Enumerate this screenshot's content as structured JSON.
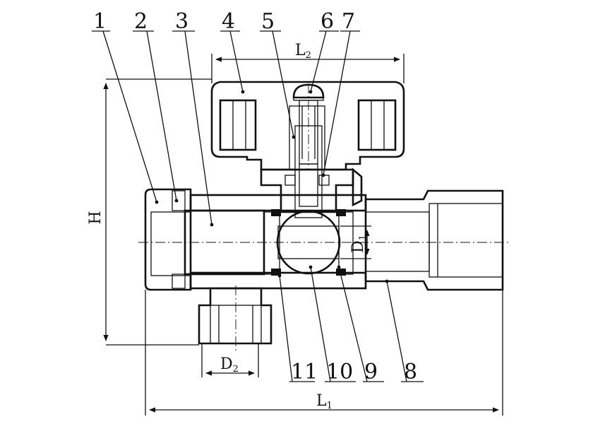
{
  "callouts": {
    "c1": "1",
    "c2": "2",
    "c3": "3",
    "c4": "4",
    "c5": "5",
    "c6": "6",
    "c7": "7",
    "c8": "8",
    "c9": "9",
    "c10": "10",
    "c11": "11"
  },
  "dimensions": {
    "H": "H",
    "L1": {
      "base": "L",
      "sub": "1"
    },
    "L2": {
      "base": "L",
      "sub": "2"
    },
    "D1": {
      "base": "D",
      "sub": "1"
    },
    "D2": {
      "base": "D",
      "sub": "2"
    }
  }
}
